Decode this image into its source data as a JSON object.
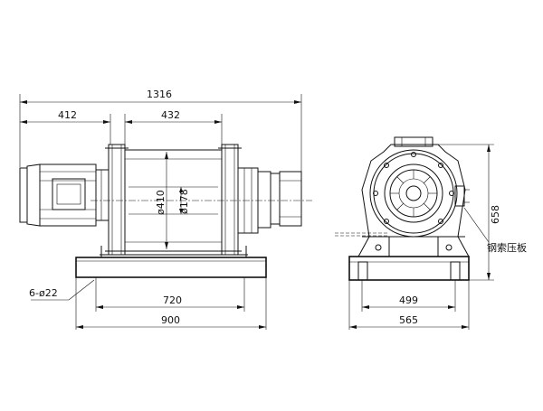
{
  "drawing": {
    "line_color": "#111111",
    "background": "#ffffff",
    "dimensions": {
      "overall_length": "1316",
      "motor_length": "412",
      "drum_length": "432",
      "drum_diameter": "ø410",
      "hub_diameter": "ø178",
      "bolt_holes": "6-ø22",
      "bolt_spacing_length": "720",
      "base_length": "900",
      "height": "658",
      "bolt_spacing_width": "499",
      "base_width": "565"
    },
    "labels": {
      "rope_clamp": "钢索压板"
    }
  }
}
